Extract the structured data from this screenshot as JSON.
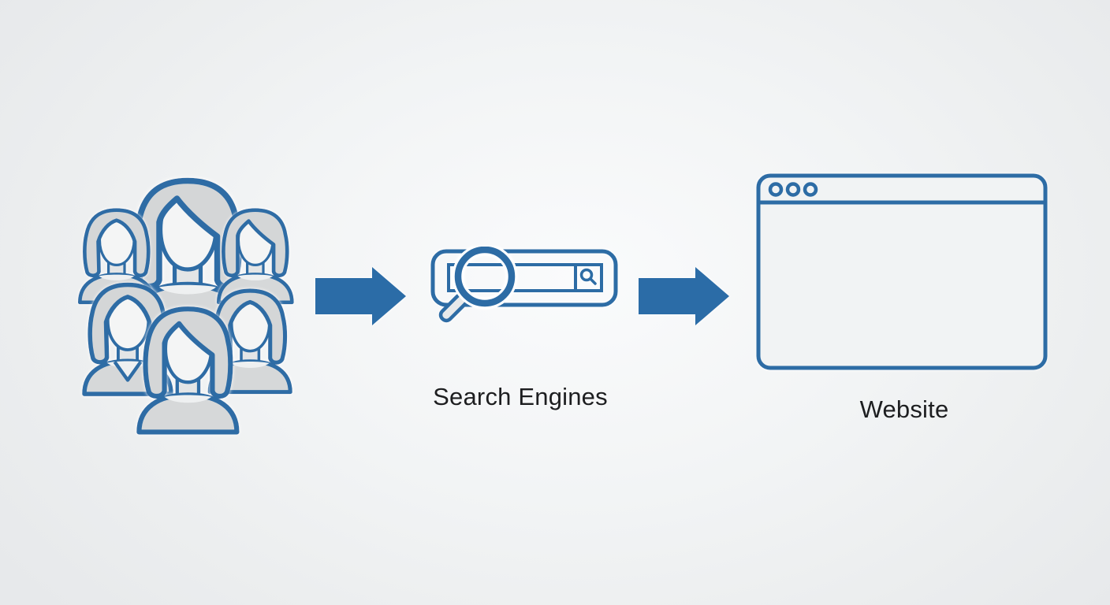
{
  "page": {
    "type": "flow-diagram"
  },
  "colors": {
    "background": "#eef0f1",
    "background_center_glow": "#fafbfc",
    "outline_blue": "#2d6ca5",
    "arrow_blue": "#2b6ca7",
    "figure_gray_fill": "#d5d7d8",
    "figure_face_fill": "#f4f5f5",
    "label_text": "#1d1e20"
  },
  "nodes": {
    "users": {
      "icon": "user-group-icon",
      "people_count": 6
    },
    "search_engines": {
      "icon": "search-bar-icon",
      "label": "Search Engines"
    },
    "website": {
      "icon": "browser-window-icon",
      "label": "Website",
      "window_dots": 3
    }
  },
  "connectors": [
    {
      "from": "users",
      "to": "search_engines",
      "shape": "solid-right-arrow"
    },
    {
      "from": "search_engines",
      "to": "website",
      "shape": "solid-right-arrow"
    }
  ]
}
